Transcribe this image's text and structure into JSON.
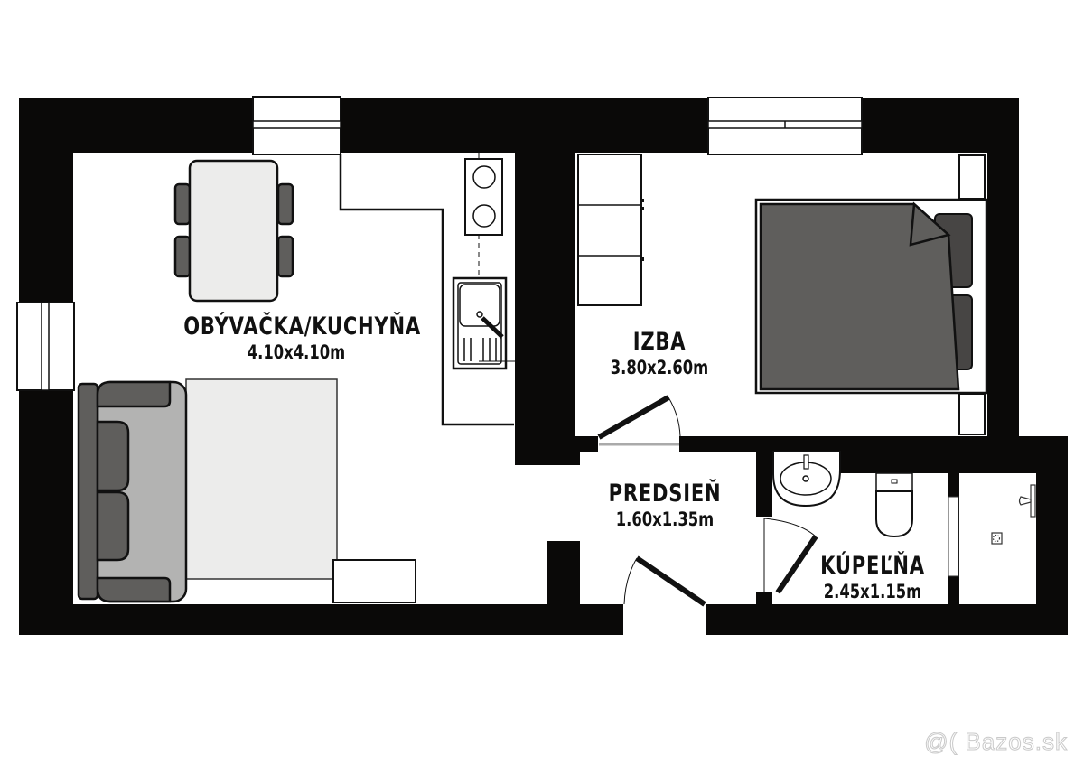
{
  "plan": {
    "colors": {
      "wall": "#0a0908",
      "floor": "#ffffff",
      "furniture_light": "#ececeb",
      "furniture_mid": "#b3b3b2",
      "furniture_dark": "#5f5e5c",
      "pillow": "#474544"
    },
    "rooms": [
      {
        "id": "living",
        "name": "OBÝVAČKA/KUCHYŇA",
        "dimensions": "4.10x4.10m"
      },
      {
        "id": "bedroom",
        "name": "IZBA",
        "dimensions": "3.80x2.60m"
      },
      {
        "id": "hall",
        "name": "PREDSIEŇ",
        "dimensions": "1.60x1.35m"
      },
      {
        "id": "bathroom",
        "name": "KÚPEĽŇA",
        "dimensions": "2.45x1.15m"
      }
    ]
  },
  "watermark": {
    "text": "@( Bazos.sk"
  }
}
